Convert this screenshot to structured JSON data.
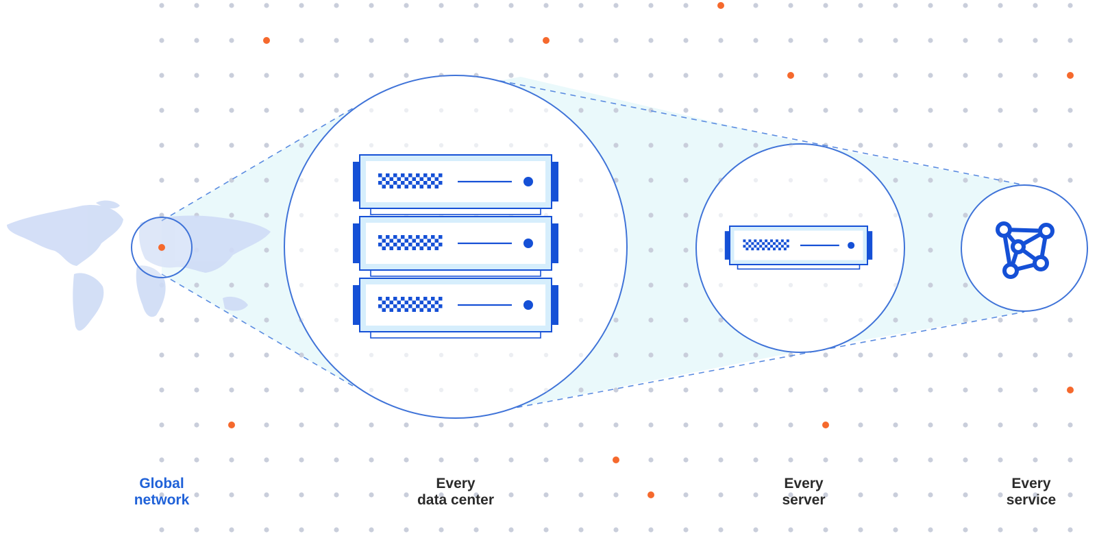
{
  "captions": {
    "global": {
      "line1": "Global",
      "line2": "network"
    },
    "datacenter": {
      "line1": "Every",
      "line2": "data center"
    },
    "server": {
      "line1": "Every",
      "line2": "server"
    },
    "service": {
      "line1": "Every",
      "line2": "service"
    }
  },
  "colors": {
    "dot": "#c9cedb",
    "dot_highlight": "#f5692d",
    "stroke": "#3f73d8",
    "fill_blue": "#1550d6",
    "cone": "#eaf9fb",
    "map": "#cfdcf6",
    "caption": "#2b2b2b",
    "caption_accent": "#1f61d8"
  },
  "icons": [
    "world-map-icon",
    "server-rack-icon",
    "server-icon",
    "network-graph-icon"
  ]
}
